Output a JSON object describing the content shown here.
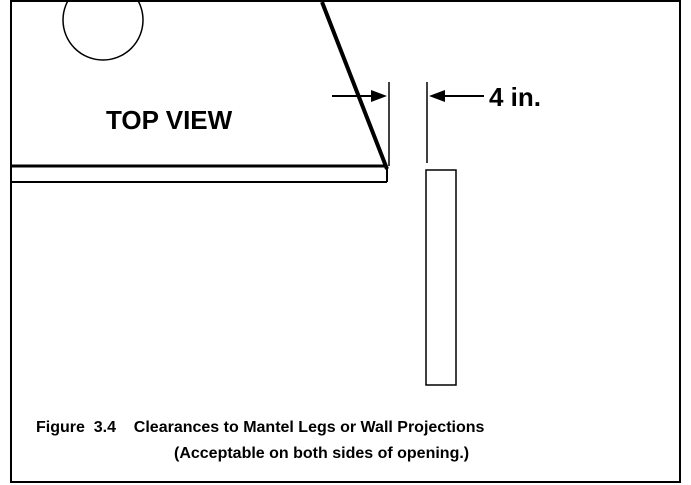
{
  "diagram": {
    "view_label": "TOP VIEW",
    "dimension_label": "4 in."
  },
  "caption": {
    "line1": "Figure  3.4    Clearances to Mantel Legs or Wall Projections",
    "line2": "(Acceptable on both sides of opening.)"
  },
  "colors": {
    "ink": "#000000",
    "background": "#ffffff"
  }
}
